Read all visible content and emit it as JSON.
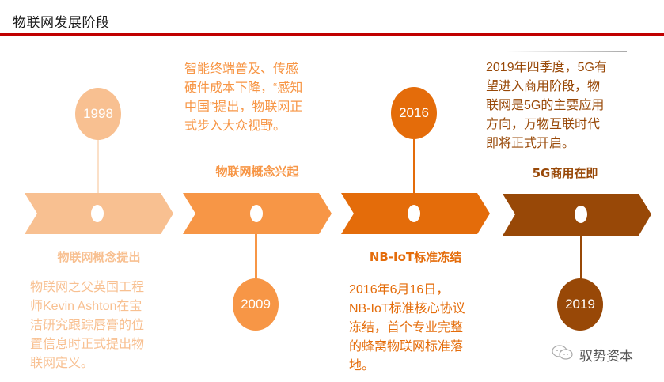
{
  "header": {
    "title": "物联网发展阶段",
    "rule_color": "#c00000"
  },
  "stages": [
    {
      "year": "1998",
      "heading": "物联网概念提出",
      "color": "#f8c091",
      "description_lines": [
        "物联网之父英国工程",
        "师Kevin Ashton在宝",
        "洁研究跟踪唇膏的位",
        "置信息时正式提出物",
        "联网定义。"
      ]
    },
    {
      "year": "2009",
      "heading": "物联网概念兴起",
      "color": "#f79646",
      "description_lines": [
        "智能终端普及、传感",
        "硬件成本下降，“感知",
        "中国”提出，物联网正",
        "式步入大众视野。"
      ]
    },
    {
      "year": "2016",
      "heading": "NB-IoT标准冻结",
      "color": "#e46c0a",
      "description_lines": [
        "2016年6月16日，",
        "NB-IoT标准核心协议",
        "冻结，首个专业完整",
        "的蜂窝物联网标准落",
        "地。"
      ]
    },
    {
      "year": "2019",
      "heading": "5G商用在即",
      "color": "#984807",
      "description_lines": [
        "2019年四季度，5G有",
        "望进入商用阶段，物",
        "联网是5G的主要应用",
        "方向，万物互联时代",
        "即将正式开启。"
      ]
    }
  ],
  "watermark": {
    "icon": "wechat-icon",
    "text": "驭势资本"
  }
}
